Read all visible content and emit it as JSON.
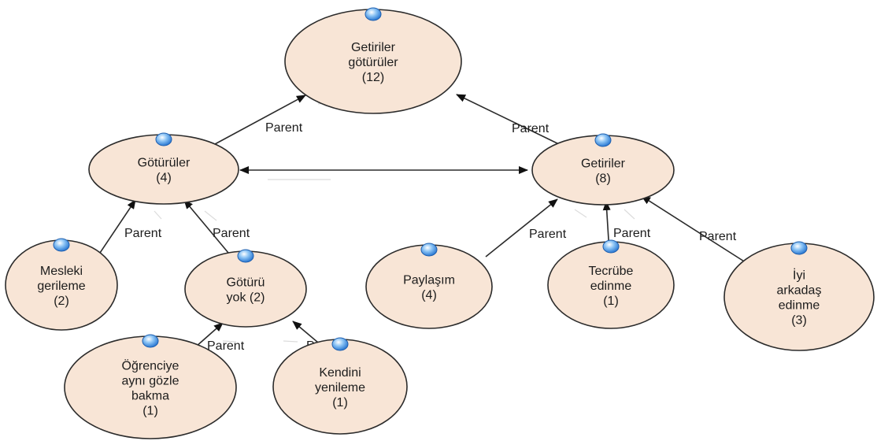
{
  "nodes": [
    {
      "id": "getiriler-goturuler",
      "lines": [
        "Getiriler",
        "götürüler",
        "(12)"
      ]
    },
    {
      "id": "goturuler",
      "lines": [
        "Götürüler",
        "(4)"
      ]
    },
    {
      "id": "getiriler",
      "lines": [
        "Getiriler",
        "(8)"
      ]
    },
    {
      "id": "mesleki-gerileme",
      "lines": [
        "Mesleki",
        "gerileme",
        "(2)"
      ]
    },
    {
      "id": "goturu-yok",
      "lines": [
        "Götürü",
        "yok (2)"
      ]
    },
    {
      "id": "paylasim",
      "lines": [
        "Paylaşım",
        "(4)"
      ]
    },
    {
      "id": "tecrube-edinme",
      "lines": [
        "Tecrübe",
        "edinme",
        "(1)"
      ]
    },
    {
      "id": "iyi-arkadas-edinme",
      "lines": [
        "İyi",
        "arkadaş",
        "edinme",
        "(3)"
      ]
    },
    {
      "id": "ogrenciye-ayni-gozle-bakma",
      "lines": [
        "Öğrenciye",
        "aynı gözle",
        "bakma",
        "(1)"
      ]
    },
    {
      "id": "kendini-yenileme",
      "lines": [
        "Kendini",
        "yenileme",
        "(1)"
      ]
    }
  ],
  "edges": [
    {
      "id": "goturuler-to-root",
      "from": "goturuler",
      "to": "getiriler-goturuler",
      "label": "Parent"
    },
    {
      "id": "getiriler-to-root",
      "from": "getiriler",
      "to": "getiriler-goturuler",
      "label": "Parent"
    },
    {
      "id": "mesleki-to-goturuler",
      "from": "mesleki-gerileme",
      "to": "goturuler",
      "label": "Parent"
    },
    {
      "id": "goturu-yok-to-goturuler",
      "from": "goturu-yok",
      "to": "goturuler",
      "label": "Parent"
    },
    {
      "id": "paylasim-to-getiriler",
      "from": "paylasim",
      "to": "getiriler",
      "label": "Parent"
    },
    {
      "id": "tecrube-to-getiriler",
      "from": "tecrube-edinme",
      "to": "getiriler",
      "label": "Parent"
    },
    {
      "id": "iyi-arkadas-to-getiriler",
      "from": "iyi-arkadas-edinme",
      "to": "getiriler",
      "label": "Parent"
    },
    {
      "id": "ogrenciye-to-goturu-yok",
      "from": "ogrenciye-ayni-gozle-bakma",
      "to": "goturu-yok",
      "label": "Parent"
    },
    {
      "id": "kendini-to-goturu-yok",
      "from": "kendini-yenileme",
      "to": "goturu-yok",
      "label": "Parent"
    },
    {
      "id": "goturuler-getiriler-link",
      "from": "goturuler",
      "to": "getiriler",
      "label": "",
      "bidirectional": true
    }
  ],
  "colors": {
    "node_fill": "#f8e5d6",
    "stroke": "#2b2b2b",
    "marker_blue": "#3e8fe0"
  }
}
